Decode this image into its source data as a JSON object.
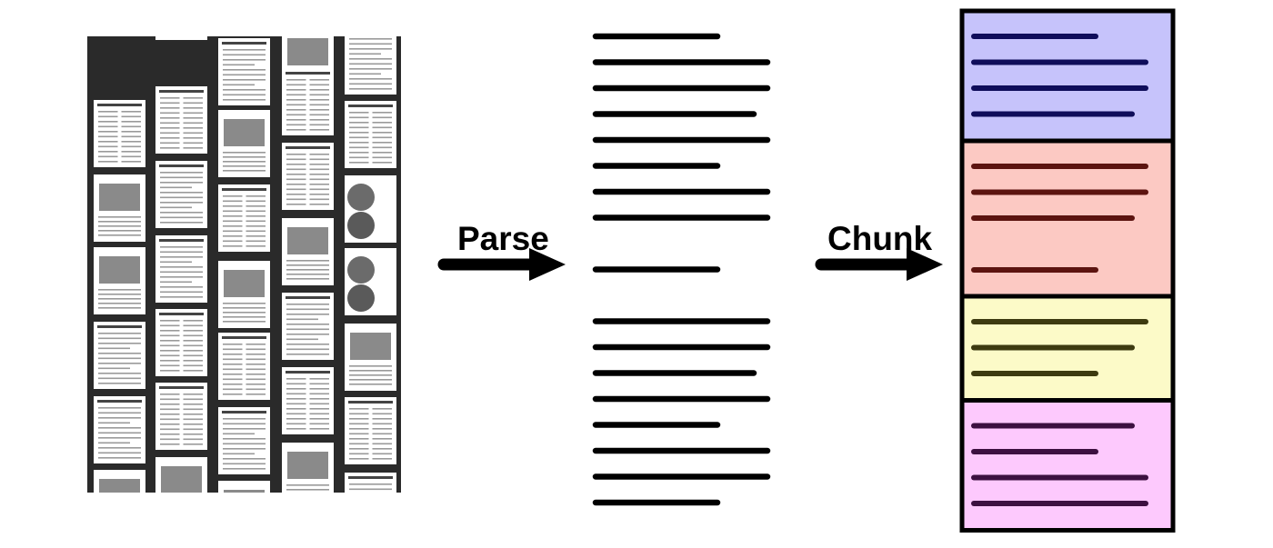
{
  "diagram": {
    "steps": [
      {
        "label": "Parse"
      },
      {
        "label": "Chunk"
      }
    ],
    "colors": {
      "arrow": "#000000",
      "text_line": "#000000",
      "page_bg": "#ffffff",
      "collage_bg": "#2a2a2a",
      "chunk_border": "#000000"
    },
    "parsed_lines": {
      "line_color": "#000000",
      "groups": [
        8,
        1,
        8
      ]
    },
    "chunks": [
      {
        "color": "#c6c3fb",
        "line_color": "#0f0d5a",
        "lines": 4
      },
      {
        "color": "#fcc9c3",
        "line_color": "#5c1410",
        "lines": 4
      },
      {
        "color": "#fcfac8",
        "line_color": "#3d3a10",
        "lines": 3
      },
      {
        "color": "#fdc9fd",
        "line_color": "#3c1040",
        "lines": 4
      }
    ]
  }
}
